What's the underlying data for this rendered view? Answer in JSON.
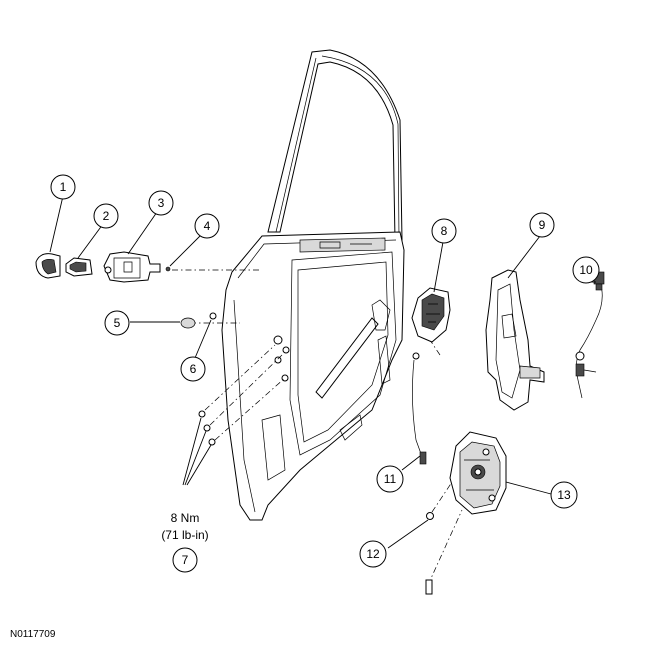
{
  "callouts": [
    "1",
    "2",
    "3",
    "4",
    "5",
    "6",
    "7",
    "8",
    "9",
    "10",
    "11",
    "12",
    "13"
  ],
  "torque": {
    "line1": "8 Nm",
    "line2": "(71 lb-in)"
  },
  "reference_code": "N0117709"
}
